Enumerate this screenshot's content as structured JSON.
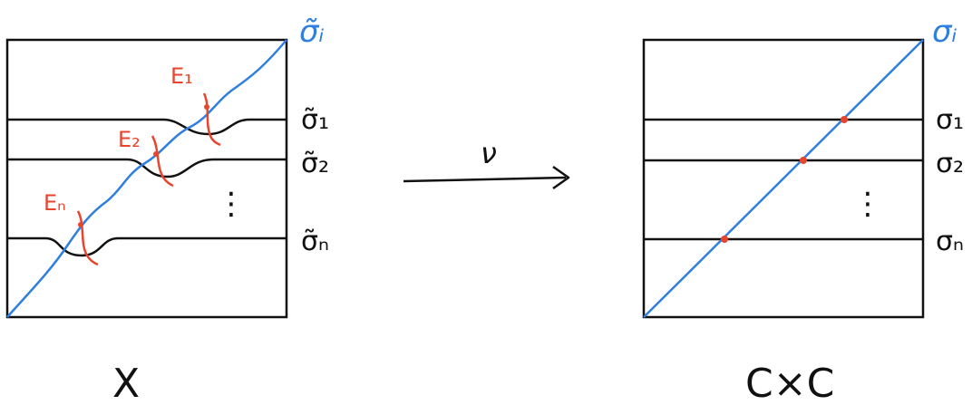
{
  "colors": {
    "ink": "#111111",
    "diagonal": "#2f7fe0",
    "exceptional": "#e8452f"
  },
  "left_panel": {
    "space_label": "X",
    "diagonal_label": "σ̃ᵢ",
    "section_labels": [
      "σ̃₁",
      "σ̃₂",
      "σ̃ₙ"
    ],
    "exceptional_labels": [
      "E₁",
      "E₂",
      "Eₙ"
    ],
    "ellipsis": "⋮"
  },
  "arrow": {
    "label": "ν"
  },
  "right_panel": {
    "space_label": "C×C",
    "diagonal_label": "σᵢ",
    "section_labels": [
      "σ₁",
      "σ₂",
      "σₙ"
    ],
    "ellipsis": "⋮"
  }
}
